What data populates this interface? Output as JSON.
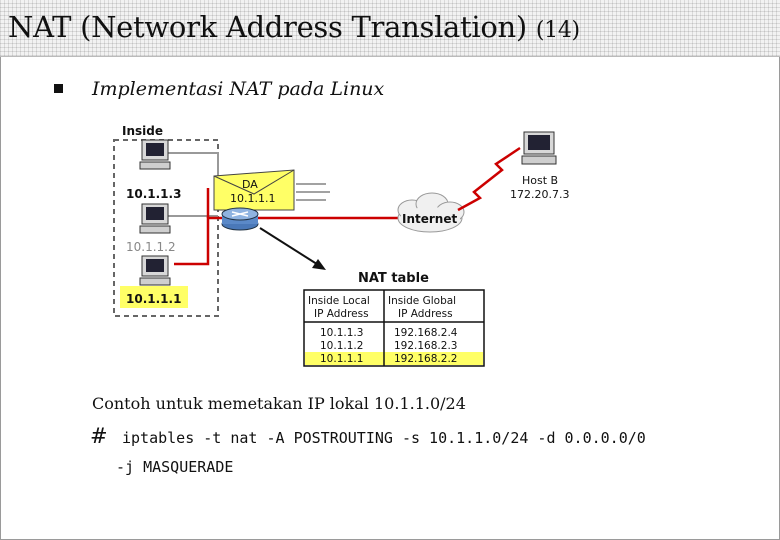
{
  "slide": {
    "title": "NAT (Network Address Translation)",
    "title_number": "(14)",
    "bullet_text": "Implementasi NAT pada Linux",
    "caption": "Contoh untuk memetakan IP lokal 10.1.1.0/24",
    "prompt_symbol": "#",
    "command_line1": "iptables -t nat -A POSTROUTING -s 10.1.1.0/24 -d 0.0.0.0/0",
    "command_line2": "-j MASQUERADE"
  },
  "diagram": {
    "inside_label": "Inside",
    "hosts": [
      "10.1.1.3",
      "10.1.1.2",
      "10.1.1.1"
    ],
    "packet": {
      "label": "DA",
      "address": "10.1.1.1"
    },
    "cloud_label": "Internet",
    "host_b": {
      "name": "Host B",
      "ip": "172.20.7.3"
    },
    "nat_table": {
      "title": "NAT table",
      "headers": [
        [
          "Inside Local",
          "IP Address"
        ],
        [
          "Inside Global",
          "IP Address"
        ]
      ],
      "rows": [
        [
          "10.1.1.3",
          "192.168.2.4"
        ],
        [
          "10.1.1.2",
          "192.168.2.3"
        ],
        [
          "10.1.1.1",
          "192.168.2.2"
        ]
      ],
      "highlight_color": "#ffff66"
    }
  }
}
